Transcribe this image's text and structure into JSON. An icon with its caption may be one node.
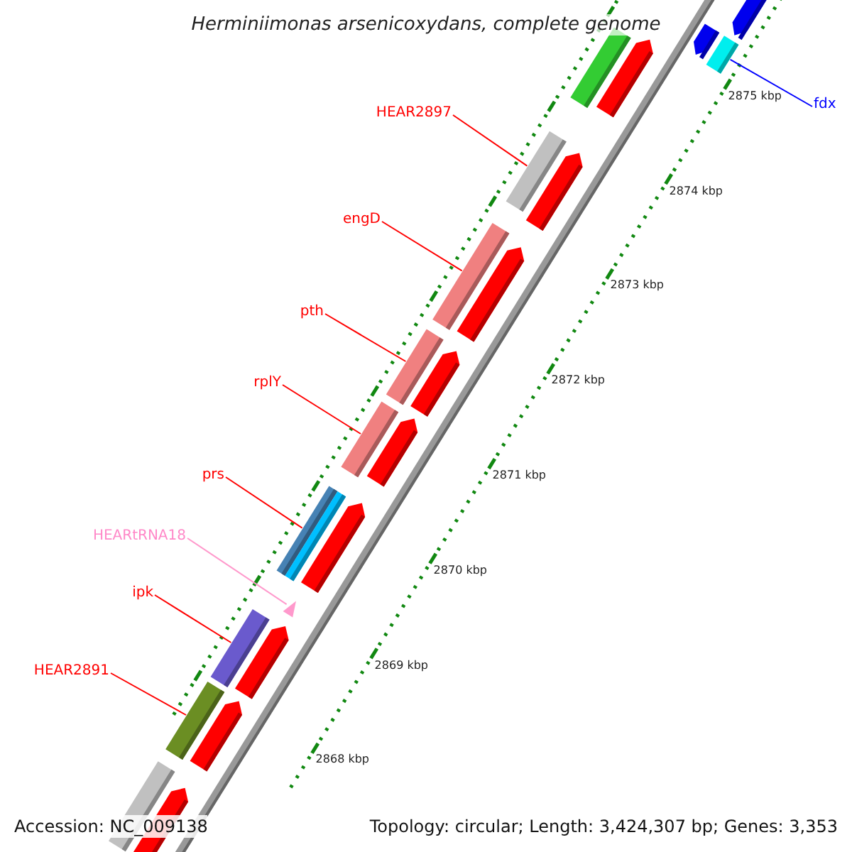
{
  "diagram": {
    "title": "Herminiimonas arsenicoxydans, complete genome",
    "nodes": [
      {
        "text": [
          "fdx"
        ]
      },
      {
        "text": [],
        "shape": "bar"
      },
      {
        "text": [
          "HEAR2897"
        ]
      },
      {
        "text": [],
        "shape": "bar"
      },
      {
        "text": [
          "engD"
        ]
      },
      {
        "text": [],
        "shape": "bar"
      },
      {
        "text": [
          "pth"
        ]
      },
      {
        "text": [],
        "shape": "bar"
      },
      {
        "text": [
          "rplY"
        ]
      },
      {
        "text": [],
        "shape": "bar"
      },
      {
        "text": [
          "prs"
        ]
      },
      {
        "text": [],
        "shape": "bar"
      },
      {
        "text": [
          "HEARtRNA18"
        ]
      },
      {
        "text": [],
        "shape": "triangle"
      },
      {
        "text": [
          "ipk"
        ]
      },
      {
        "text": [],
        "shape": "bar"
      },
      {
        "text": [
          "HEAR2891"
        ]
      },
      {
        "text": [],
        "shape": "bar"
      },
      {
        "text": [],
        "shape": "bar"
      },
      {
        "text": [],
        "shape": "bar"
      },
      {
        "text": [],
        "shape": "bar"
      },
      {
        "text": [],
        "shape": "bar"
      },
      {
        "text": [],
        "shape": "bar"
      },
      {
        "text": [],
        "shape": "bar"
      },
      {
        "text": [],
        "shape": "bar"
      },
      {
        "text": [],
        "shape": "bar"
      },
      {
        "text": [],
        "shape": "bar"
      },
      {
        "text": [],
        "shape": "bar"
      },
      {
        "text": [],
        "shape": "bar"
      },
      {
        "text": [],
        "shape": "bar"
      },
      {
        "text": [],
        "shape": "bar"
      },
      {
        "text": [],
        "shape": "bar"
      }
    ],
    "edges": [
      {
        "from": 0,
        "to": 1,
        "arrow": "none",
        "color": "#0000ff"
      },
      {
        "from": 2,
        "to": 3,
        "arrow": "none"
      },
      {
        "from": 4,
        "to": 5,
        "arrow": "none"
      },
      {
        "from": 6,
        "to": 7,
        "arrow": "none"
      },
      {
        "from": 8,
        "to": 9,
        "arrow": "none"
      },
      {
        "from": 10,
        "to": 11,
        "arrow": "none"
      },
      {
        "from": 12,
        "to": 13,
        "arrow": "none",
        "color": "#ff99cc"
      },
      {
        "from": 14,
        "to": 15,
        "arrow": "none"
      },
      {
        "from": 16,
        "to": 17,
        "arrow": "none"
      }
    ],
    "labels": [
      "2875 kbp",
      "2874 kbp",
      "2873 kbp",
      "2872 kbp",
      "2871 kbp",
      "2870 kbp",
      "2869 kbp",
      "2868 kbp",
      "Accession: NC_009138",
      "Topology: circular; Length: 3,424,307 bp; Genes: 3,353"
    ]
  }
}
